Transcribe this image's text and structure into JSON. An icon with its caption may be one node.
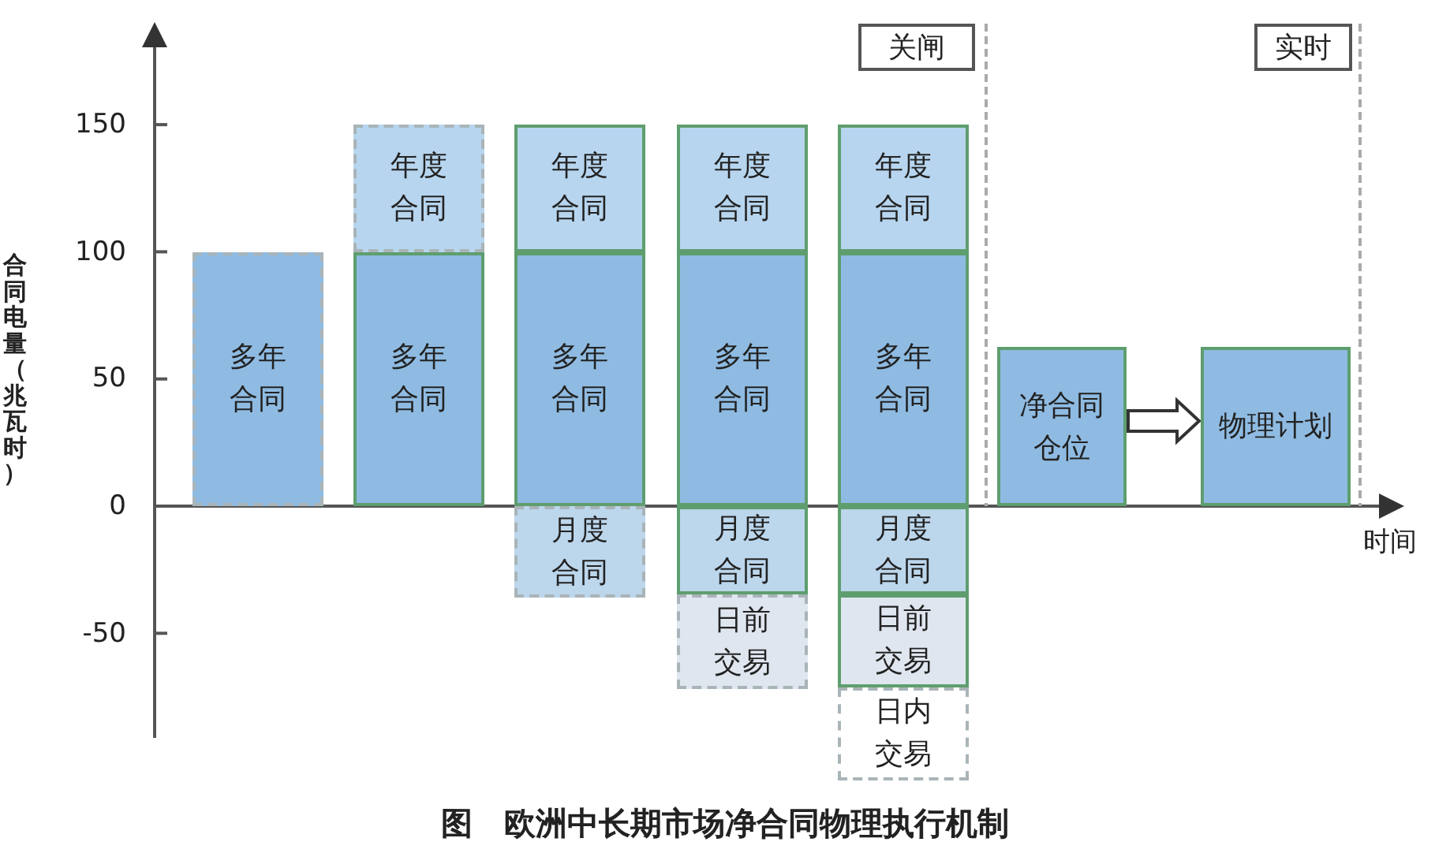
{
  "diagram": {
    "caption": "图　欧洲中长期市场净合同物理执行机制",
    "nodes": [
      {
        "text": [
          "关闸"
        ]
      },
      {
        "text": [
          "实时"
        ]
      },
      {
        "text": [
          "多年合同"
        ]
      },
      {
        "text": [
          "年度合同"
        ]
      },
      {
        "text": [
          "多年合同"
        ]
      },
      {
        "text": [
          "年度合同"
        ]
      },
      {
        "text": [
          "多年合同"
        ]
      },
      {
        "text": [
          "月度合同"
        ]
      },
      {
        "text": [
          "年度合同"
        ]
      },
      {
        "text": [
          "多年合同"
        ]
      },
      {
        "text": [
          "月度合同"
        ]
      },
      {
        "text": [
          "日前交易"
        ]
      },
      {
        "text": [
          "年度合同"
        ]
      },
      {
        "text": [
          "多年合同"
        ]
      },
      {
        "text": [
          "月度合同"
        ]
      },
      {
        "text": [
          "日前交易"
        ]
      },
      {
        "text": [
          "日内交易"
        ]
      },
      {
        "text": [
          "净合同仓位"
        ]
      },
      {
        "text": [
          "物理计划"
        ]
      }
    ],
    "edges": [
      {
        "from": 17,
        "to": 18,
        "arrow": "to",
        "style": "thick"
      }
    ],
    "labels": [
      "150",
      "100",
      "50",
      "0",
      "-50",
      "合同电量（兆瓦时）",
      "时间"
    ]
  }
}
